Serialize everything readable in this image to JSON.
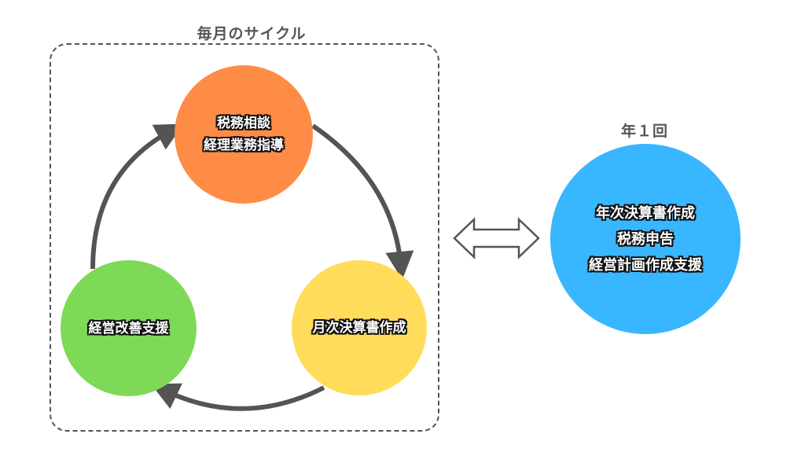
{
  "monthly_cycle": {
    "title": "毎月のサイクル",
    "nodes": [
      {
        "id": "top",
        "lines": [
          "税務相談",
          "経理業務指導"
        ],
        "color": "#FF8C46"
      },
      {
        "id": "right",
        "lines": [
          "月次決算書作成"
        ],
        "color": "#FFDC5A"
      },
      {
        "id": "left",
        "lines": [
          "経営改善支援"
        ],
        "color": "#7ED957"
      }
    ],
    "flow": [
      "top",
      "right",
      "left",
      "top"
    ]
  },
  "yearly": {
    "title": "年１回",
    "lines": [
      "年次決算書作成",
      "税務申告",
      "経営計画作成支援"
    ],
    "color": "#38B6FF"
  },
  "connector": {
    "type": "double-arrow",
    "meaning": "monthly-cycle <-> yearly"
  },
  "colors": {
    "arrow": "#545454",
    "frame": "#555555",
    "heading": "#555555",
    "label_text": "#FFFFFF",
    "label_outline": "#111111"
  }
}
